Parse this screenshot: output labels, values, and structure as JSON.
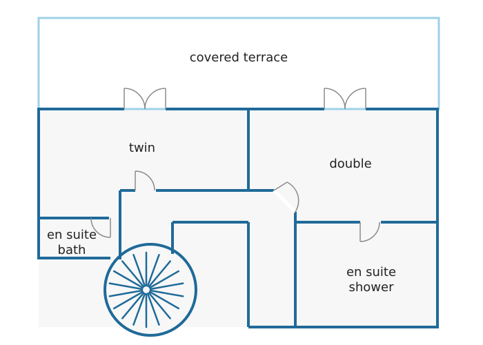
{
  "colors": {
    "wall": "#1f6a99",
    "terrace_outline": "#9fd1e8",
    "floor": "#f7f7f7",
    "door": "#8a8a8a",
    "label": "#222222"
  },
  "rooms": {
    "terrace": {
      "label": "covered terrace"
    },
    "twin": {
      "label": "twin"
    },
    "double": {
      "label": "double"
    },
    "bath": {
      "line1": "en suite",
      "line2": "bath"
    },
    "shower": {
      "line1": "en suite",
      "line2": "shower"
    }
  },
  "icons": {
    "door": "door-swing-arc",
    "french_door": "double-door-swing-arc",
    "stair": "spiral-staircase-icon"
  }
}
